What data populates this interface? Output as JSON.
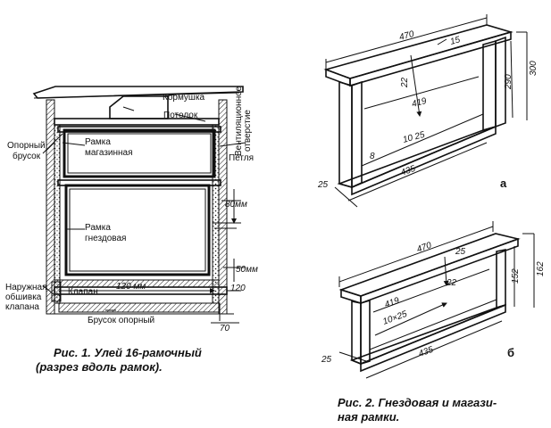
{
  "fig1": {
    "labels": {
      "kormushka": "Кормушка",
      "potolok": "Потолок",
      "ventilation_1": "Вентиляционное",
      "ventilation_2": "отверстие",
      "petlya": "Петля",
      "opornyi_1": "Опорный",
      "opornyi_2": "брусок",
      "ramka_mag_1": "Рамка",
      "ramka_mag_2": "магазинная",
      "ramka_gnezd_1": "Рамка",
      "ramka_gnezd_2": "гнездовая",
      "obshivka_1": "Наружная",
      "obshivka_2": "обшивка",
      "obshivka_3": "клапана",
      "klapan": "Клапан",
      "brusok_opornyi": "Брусок опорный"
    },
    "dims": {
      "d80": "80мм",
      "d50": "50мм",
      "d120_v": "120",
      "d120_h": "120 мм",
      "d70": "70"
    },
    "caption_1": "Рис. 1. Улей 16-рамочный",
    "caption_2": "(разрез вдоль рамок)."
  },
  "fig2a": {
    "dims": {
      "top": "470",
      "bar": "15",
      "h_total": "300",
      "h_inner": "290",
      "d22": "22",
      "d419": "419",
      "d10_25": "10 25",
      "d8": "8",
      "d435": "435",
      "d25": "25"
    },
    "letter": "а"
  },
  "fig2b": {
    "dims": {
      "top": "470",
      "d25_top": "25",
      "h_total": "162",
      "h_inner": "152",
      "d22": "22",
      "d419": "419",
      "d10x25": "10×25",
      "d435": "435",
      "d25": "25"
    },
    "letter": "б"
  },
  "caption_fig2_1": "Рис. 2. Гнездовая и магази-",
  "caption_fig2_2": "ная рамки."
}
